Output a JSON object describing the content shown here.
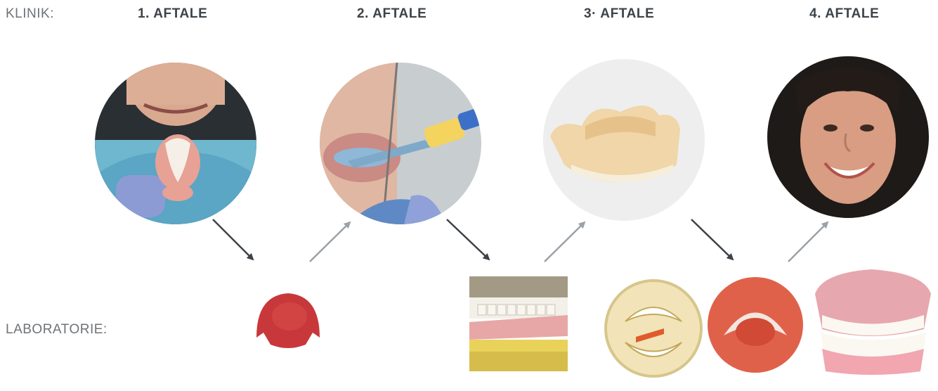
{
  "rows": {
    "clinic_label": "KLINIK:",
    "lab_label": "LABORATORIE:"
  },
  "steps": [
    {
      "title": "1. AFTALE"
    },
    {
      "title": "2. AFTALE"
    },
    {
      "title": "3· AFTALE"
    },
    {
      "title": "4. AFTALE"
    }
  ],
  "colors": {
    "text_dark": "#3d4348",
    "text_light": "#6f7378",
    "arrow_down": "#3c4248",
    "arrow_up": "#9aa1a7"
  }
}
